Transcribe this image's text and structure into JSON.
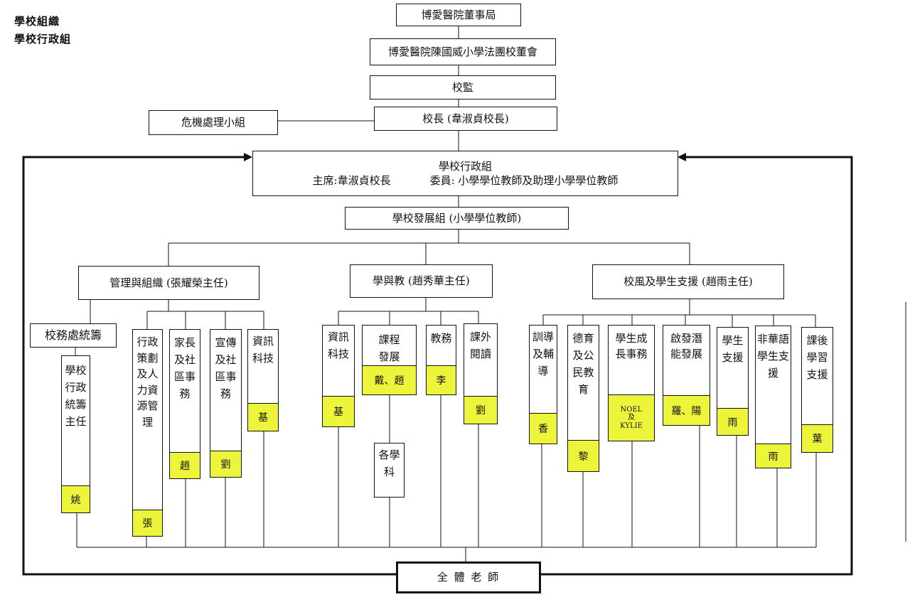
{
  "header": {
    "line1": "學校組織",
    "line2": "學校行政組"
  },
  "top": {
    "board": "博愛醫院董事局",
    "committee": "博愛醫院陳國威小學法團校董會",
    "supervisor": "校監",
    "principal": "校長 (韋淑貞校長)",
    "crisis": "危機處理小組"
  },
  "admin": {
    "title": "學校行政組",
    "chair": "主席:韋淑貞校長",
    "members": "委員: 小學學位教師及助理小學學位教師"
  },
  "development": "學校發展組 (小學學位教師)",
  "branches": {
    "management": "管理與組織 (張耀榮主任)",
    "teaching": "學與教 (趙秀華主任)",
    "support": "校風及學生支援 (趙雨主任)"
  },
  "office": "校務處統籌",
  "units": [
    {
      "label": "學校行政統籌主任",
      "tag": "姚"
    },
    {
      "label": "行政策劃及人力資源管理",
      "tag": "張"
    },
    {
      "label": "家長及社區事務",
      "tag": "趙"
    },
    {
      "label": "宣傳及社區事務",
      "tag": "劉"
    },
    {
      "label": "資訊科技",
      "tag": "基"
    },
    {
      "label": "資訊科技",
      "tag": "基"
    },
    {
      "label": "課程發展",
      "tag": "戴、趙"
    },
    {
      "label": "教務",
      "tag": "李"
    },
    {
      "label": "課外閱讀",
      "tag": "劉"
    },
    {
      "label": "訓導及輔導",
      "tag": "香"
    },
    {
      "label": "德育及公民教育",
      "tag": "黎"
    },
    {
      "label": "學生成長事務",
      "tag_line1": "NOEL",
      "tag_line2": "及",
      "tag_line3": "KYLIE"
    },
    {
      "label": "啟發潛能發展",
      "tag": "羅、陽"
    },
    {
      "label": "學生支援",
      "tag": "雨"
    },
    {
      "label": "非華語學生支援",
      "tag": "雨"
    },
    {
      "label": "課後學習支援",
      "tag": "葉"
    }
  ],
  "subjects": "各學科",
  "all_teachers": "全 體 老 師"
}
